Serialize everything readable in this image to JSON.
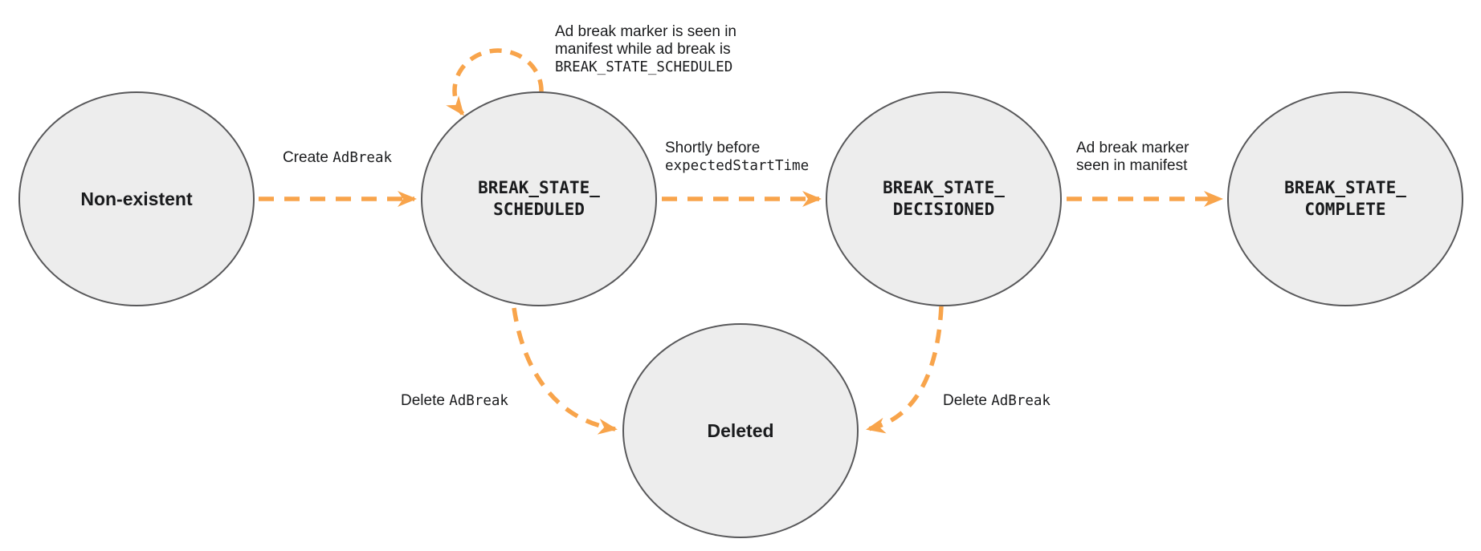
{
  "colors": {
    "arrow_orange": "#F8A44B",
    "node_fill": "#EDEDED",
    "node_border": "#58585A",
    "text": "#1A1B1D"
  },
  "nodes": {
    "non_existent": {
      "label": "Non-existent"
    },
    "scheduled": {
      "line1": "BREAK_STATE_",
      "line2": "SCHEDULED"
    },
    "decisioned": {
      "line1": "BREAK_STATE_",
      "line2": "DECISIONED"
    },
    "complete": {
      "line1": "BREAK_STATE_",
      "line2": "COMPLETE"
    },
    "deleted": {
      "label": "Deleted"
    }
  },
  "edges": {
    "create": {
      "text": "Create",
      "code": "AdBreak"
    },
    "self_loop": {
      "line1": "Ad break marker is seen in",
      "line2": "manifest while ad break is",
      "code": "BREAK_STATE_SCHEDULED"
    },
    "to_decisioned": {
      "text": "Shortly before",
      "code": "expectedStartTime"
    },
    "to_complete": {
      "line1": "Ad break marker",
      "line2": "seen in manifest"
    },
    "delete_from_scheduled": {
      "text": "Delete",
      "code": "AdBreak"
    },
    "delete_from_decisioned": {
      "text": "Delete",
      "code": "AdBreak"
    }
  }
}
